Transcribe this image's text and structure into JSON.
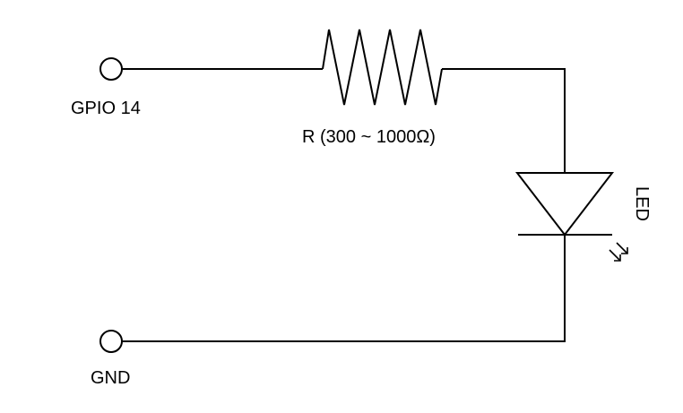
{
  "diagram": {
    "type": "circuit-schematic",
    "terminals": [
      {
        "id": "gpio",
        "label": "GPIO 14"
      },
      {
        "id": "gnd",
        "label": "GND"
      }
    ],
    "components": [
      {
        "id": "resistor",
        "kind": "resistor",
        "label": "R (300 ~ 1000Ω)"
      },
      {
        "id": "led",
        "kind": "led",
        "label": "LED"
      }
    ],
    "connections": [
      [
        "gpio",
        "resistor"
      ],
      [
        "resistor",
        "led-anode"
      ],
      [
        "led-cathode",
        "gnd"
      ]
    ],
    "colors": {
      "line": "#000000",
      "background": "#ffffff"
    }
  }
}
